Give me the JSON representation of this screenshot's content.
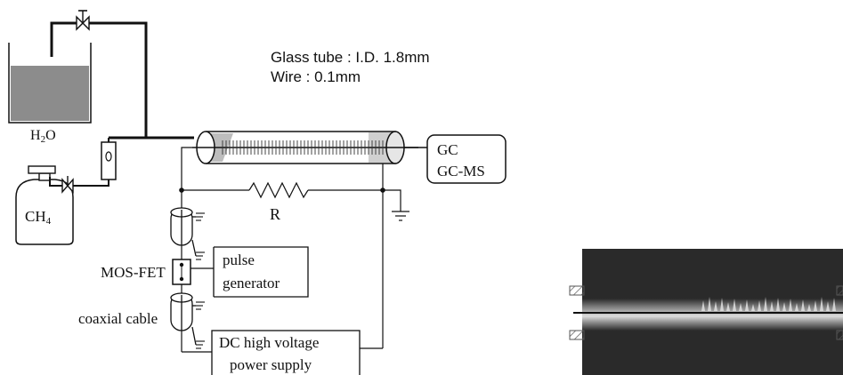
{
  "diagram": {
    "annotations": {
      "tube_spec": "Glass tube : I.D. 1.8mm",
      "wire_spec": "Wire : 0.1mm"
    },
    "components": {
      "water_label": "H",
      "water_sub": "2",
      "water_tail": "O",
      "methane_label": "CH",
      "methane_sub": "4",
      "resistor_label": "R",
      "switch_label": "MOS-FET",
      "pulse_line1": "pulse",
      "pulse_line2": "generator",
      "cable_label": "coaxial cable",
      "supply_line1": "DC high voltage",
      "supply_line2": "power supply",
      "analyzer_line1": "GC",
      "analyzer_line2": "GC-MS"
    }
  },
  "colors": {
    "line": "#111111",
    "water_fill": "#8c8c8c",
    "photo_bg": "#2a2a2a",
    "plasma": "#d8d8d8",
    "tube_shade": "#bdbdbd"
  }
}
